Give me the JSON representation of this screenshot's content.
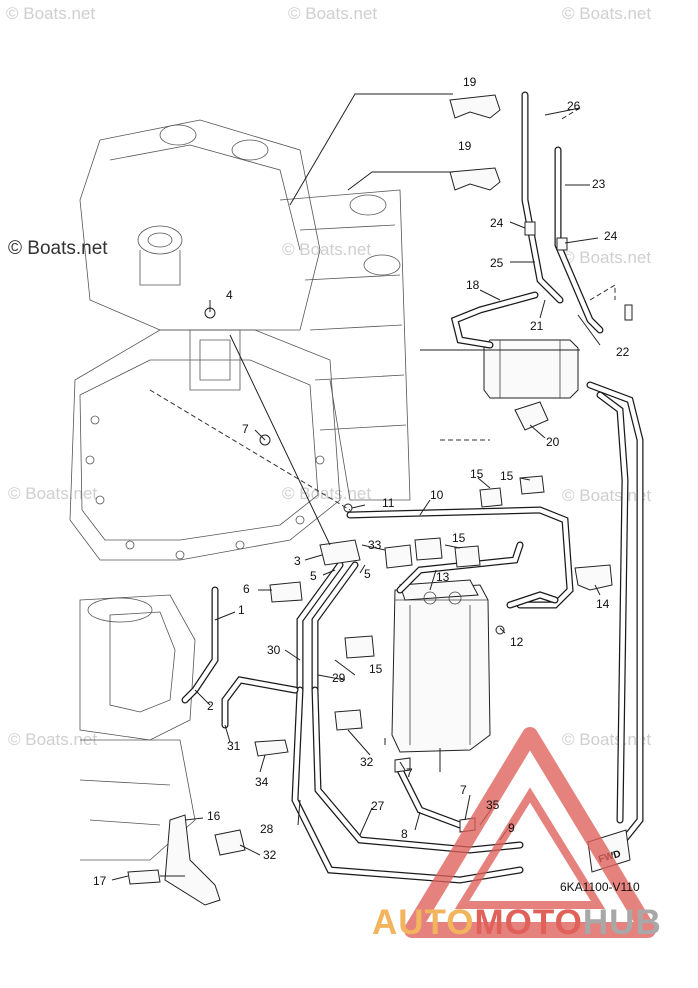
{
  "watermarks": {
    "light": "© Boats.net",
    "strong": "© Boats.net"
  },
  "diagram_code": "6KA1100-V110",
  "brand": {
    "part1": "AUTO",
    "part2": "MOTO",
    "part3": "HUB"
  },
  "fwd_label": "FWD",
  "callouts": [
    "19",
    "26",
    "19",
    "23",
    "24",
    "24",
    "25",
    "18",
    "21",
    "22",
    "4",
    "20",
    "7",
    "15",
    "15",
    "11",
    "10",
    "3",
    "33",
    "15",
    "6",
    "5",
    "5",
    "13",
    "14",
    "1",
    "12",
    "30",
    "29",
    "15",
    "2",
    "31",
    "34",
    "32",
    "7",
    "35",
    "27",
    "7",
    "9",
    "8",
    "28",
    "16",
    "32",
    "17"
  ]
}
